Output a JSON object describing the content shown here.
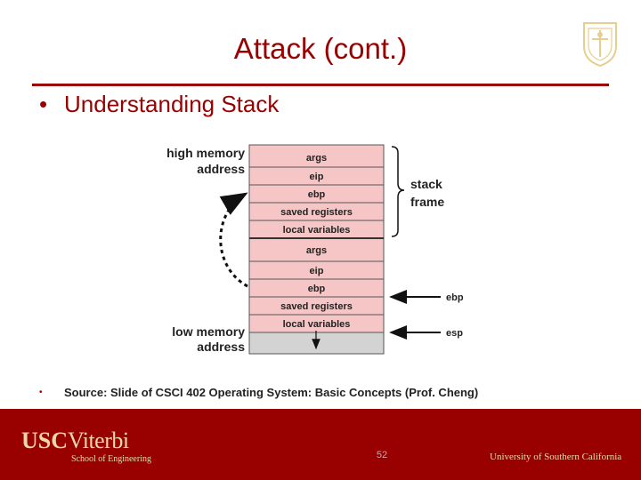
{
  "slide": {
    "title": "Attack (cont.)",
    "bullet": "Understanding Stack",
    "source": "Source: Slide of CSCI 402 Operating System: Basic Concepts (Prof. Cheng)",
    "page_number": "52"
  },
  "diagram": {
    "high_memory": [
      "high memory",
      "address"
    ],
    "low_memory": [
      "low memory",
      "address"
    ],
    "stack_frame": [
      "stack",
      "frame"
    ],
    "upper_frame": [
      "args",
      "eip",
      "ebp",
      "saved registers",
      "local variables"
    ],
    "lower_frame": [
      "args",
      "eip",
      "ebp",
      "saved registers",
      "local variables"
    ],
    "ebp_label": "ebp",
    "esp_label": "esp"
  },
  "footer": {
    "logo_usc": "USC",
    "logo_viterbi": "Viterbi",
    "school": "School of Engineering",
    "university": "University of Southern California"
  },
  "colors": {
    "accent": "#990000",
    "cell_fill": "#f6c6c6",
    "free_fill": "#d3d3d3",
    "footer_text": "#e8d9a8"
  }
}
